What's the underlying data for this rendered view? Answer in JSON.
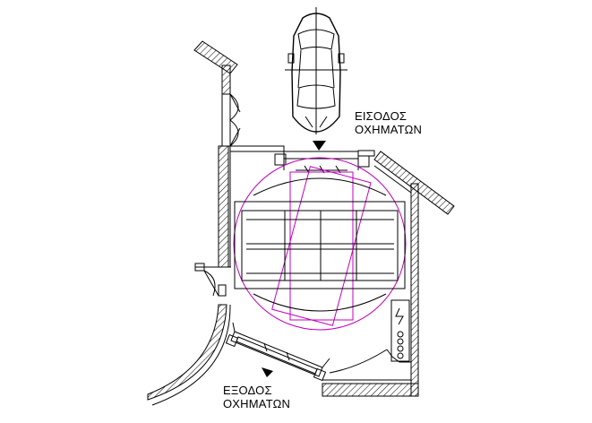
{
  "labels": {
    "entrance_line1": "ΕΙΣΟΔΟΣ",
    "entrance_line2": "ΟΧΗΜΑΤΩΝ",
    "exit_line1": "ΕΞΟΔΟΣ",
    "exit_line2": "ΟΧΗΜΑΤΩΝ"
  },
  "colors": {
    "lines": "#000000",
    "turntable": "#c000c0",
    "background": "#ffffff"
  }
}
